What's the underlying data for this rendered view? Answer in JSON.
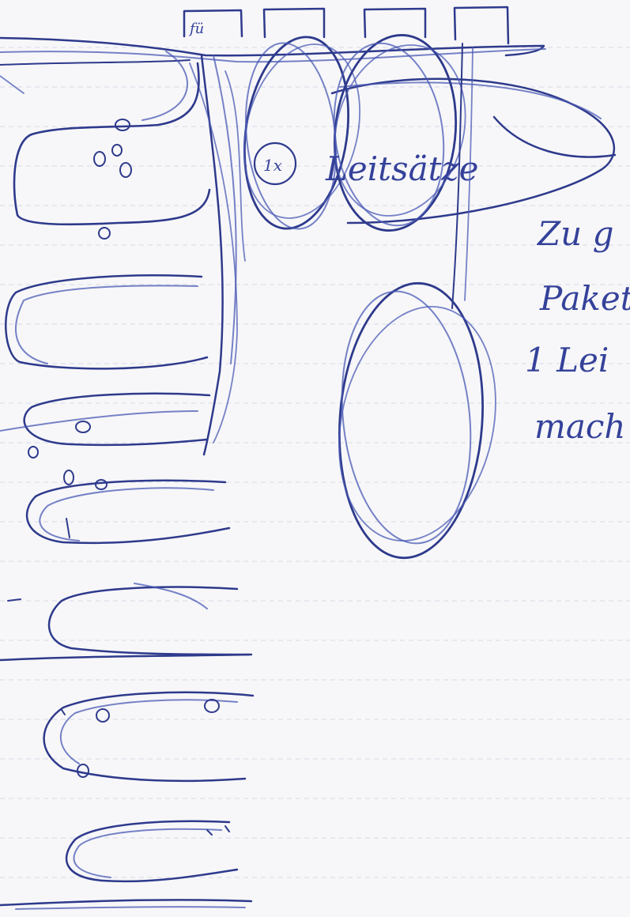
{
  "notes": {
    "box_label": "fü",
    "circle_label": "1x",
    "center_label": "Leitsätze",
    "side_lines": [
      "Zu g",
      "Paket",
      "1 Lei",
      "mach"
    ]
  },
  "colors": {
    "ink": "#2e3a8c",
    "ink_light": "#4a5ab4",
    "paper": "#f7f7f9",
    "rule": "#d7dae6"
  }
}
